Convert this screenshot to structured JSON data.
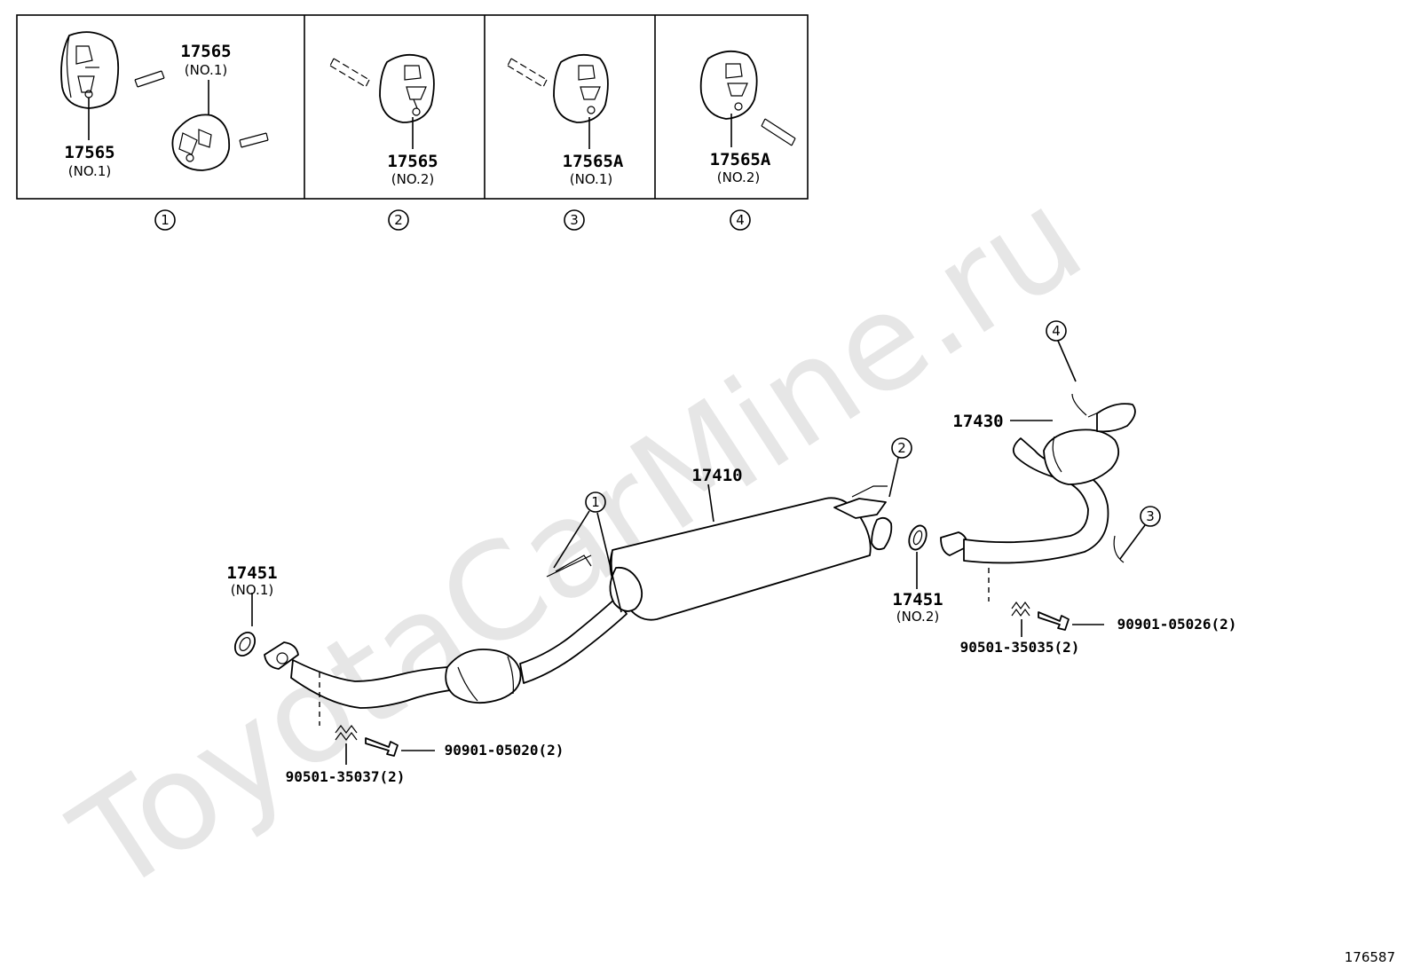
{
  "watermark": "ToyotaCarMine.ru",
  "diagram_id": "176587",
  "legend_panels": [
    {
      "index": "1",
      "parts": [
        {
          "number": "17565",
          "sub": "(NO.1)"
        },
        {
          "number": "17565",
          "sub": "(NO.1)"
        }
      ]
    },
    {
      "index": "2",
      "parts": [
        {
          "number": "17565",
          "sub": "(NO.2)"
        }
      ]
    },
    {
      "index": "3",
      "parts": [
        {
          "number": "17565A",
          "sub": "(NO.1)"
        }
      ]
    },
    {
      "index": "4",
      "parts": [
        {
          "number": "17565A",
          "sub": "(NO.2)"
        }
      ]
    }
  ],
  "callouts": {
    "c1": "1",
    "c2": "2",
    "c3": "3",
    "c4": "4"
  },
  "labels": {
    "main_muffler": "17410",
    "tail_pipe": "17430",
    "gasket_front": {
      "number": "17451",
      "sub": "(NO.1)"
    },
    "gasket_rear": {
      "number": "17451",
      "sub": "(NO.2)"
    },
    "bolt_front": "90901-05020(2)",
    "spring_front": "90501-35037(2)",
    "bolt_rear": "90901-05026(2)",
    "spring_rear": "90501-35035(2)"
  }
}
